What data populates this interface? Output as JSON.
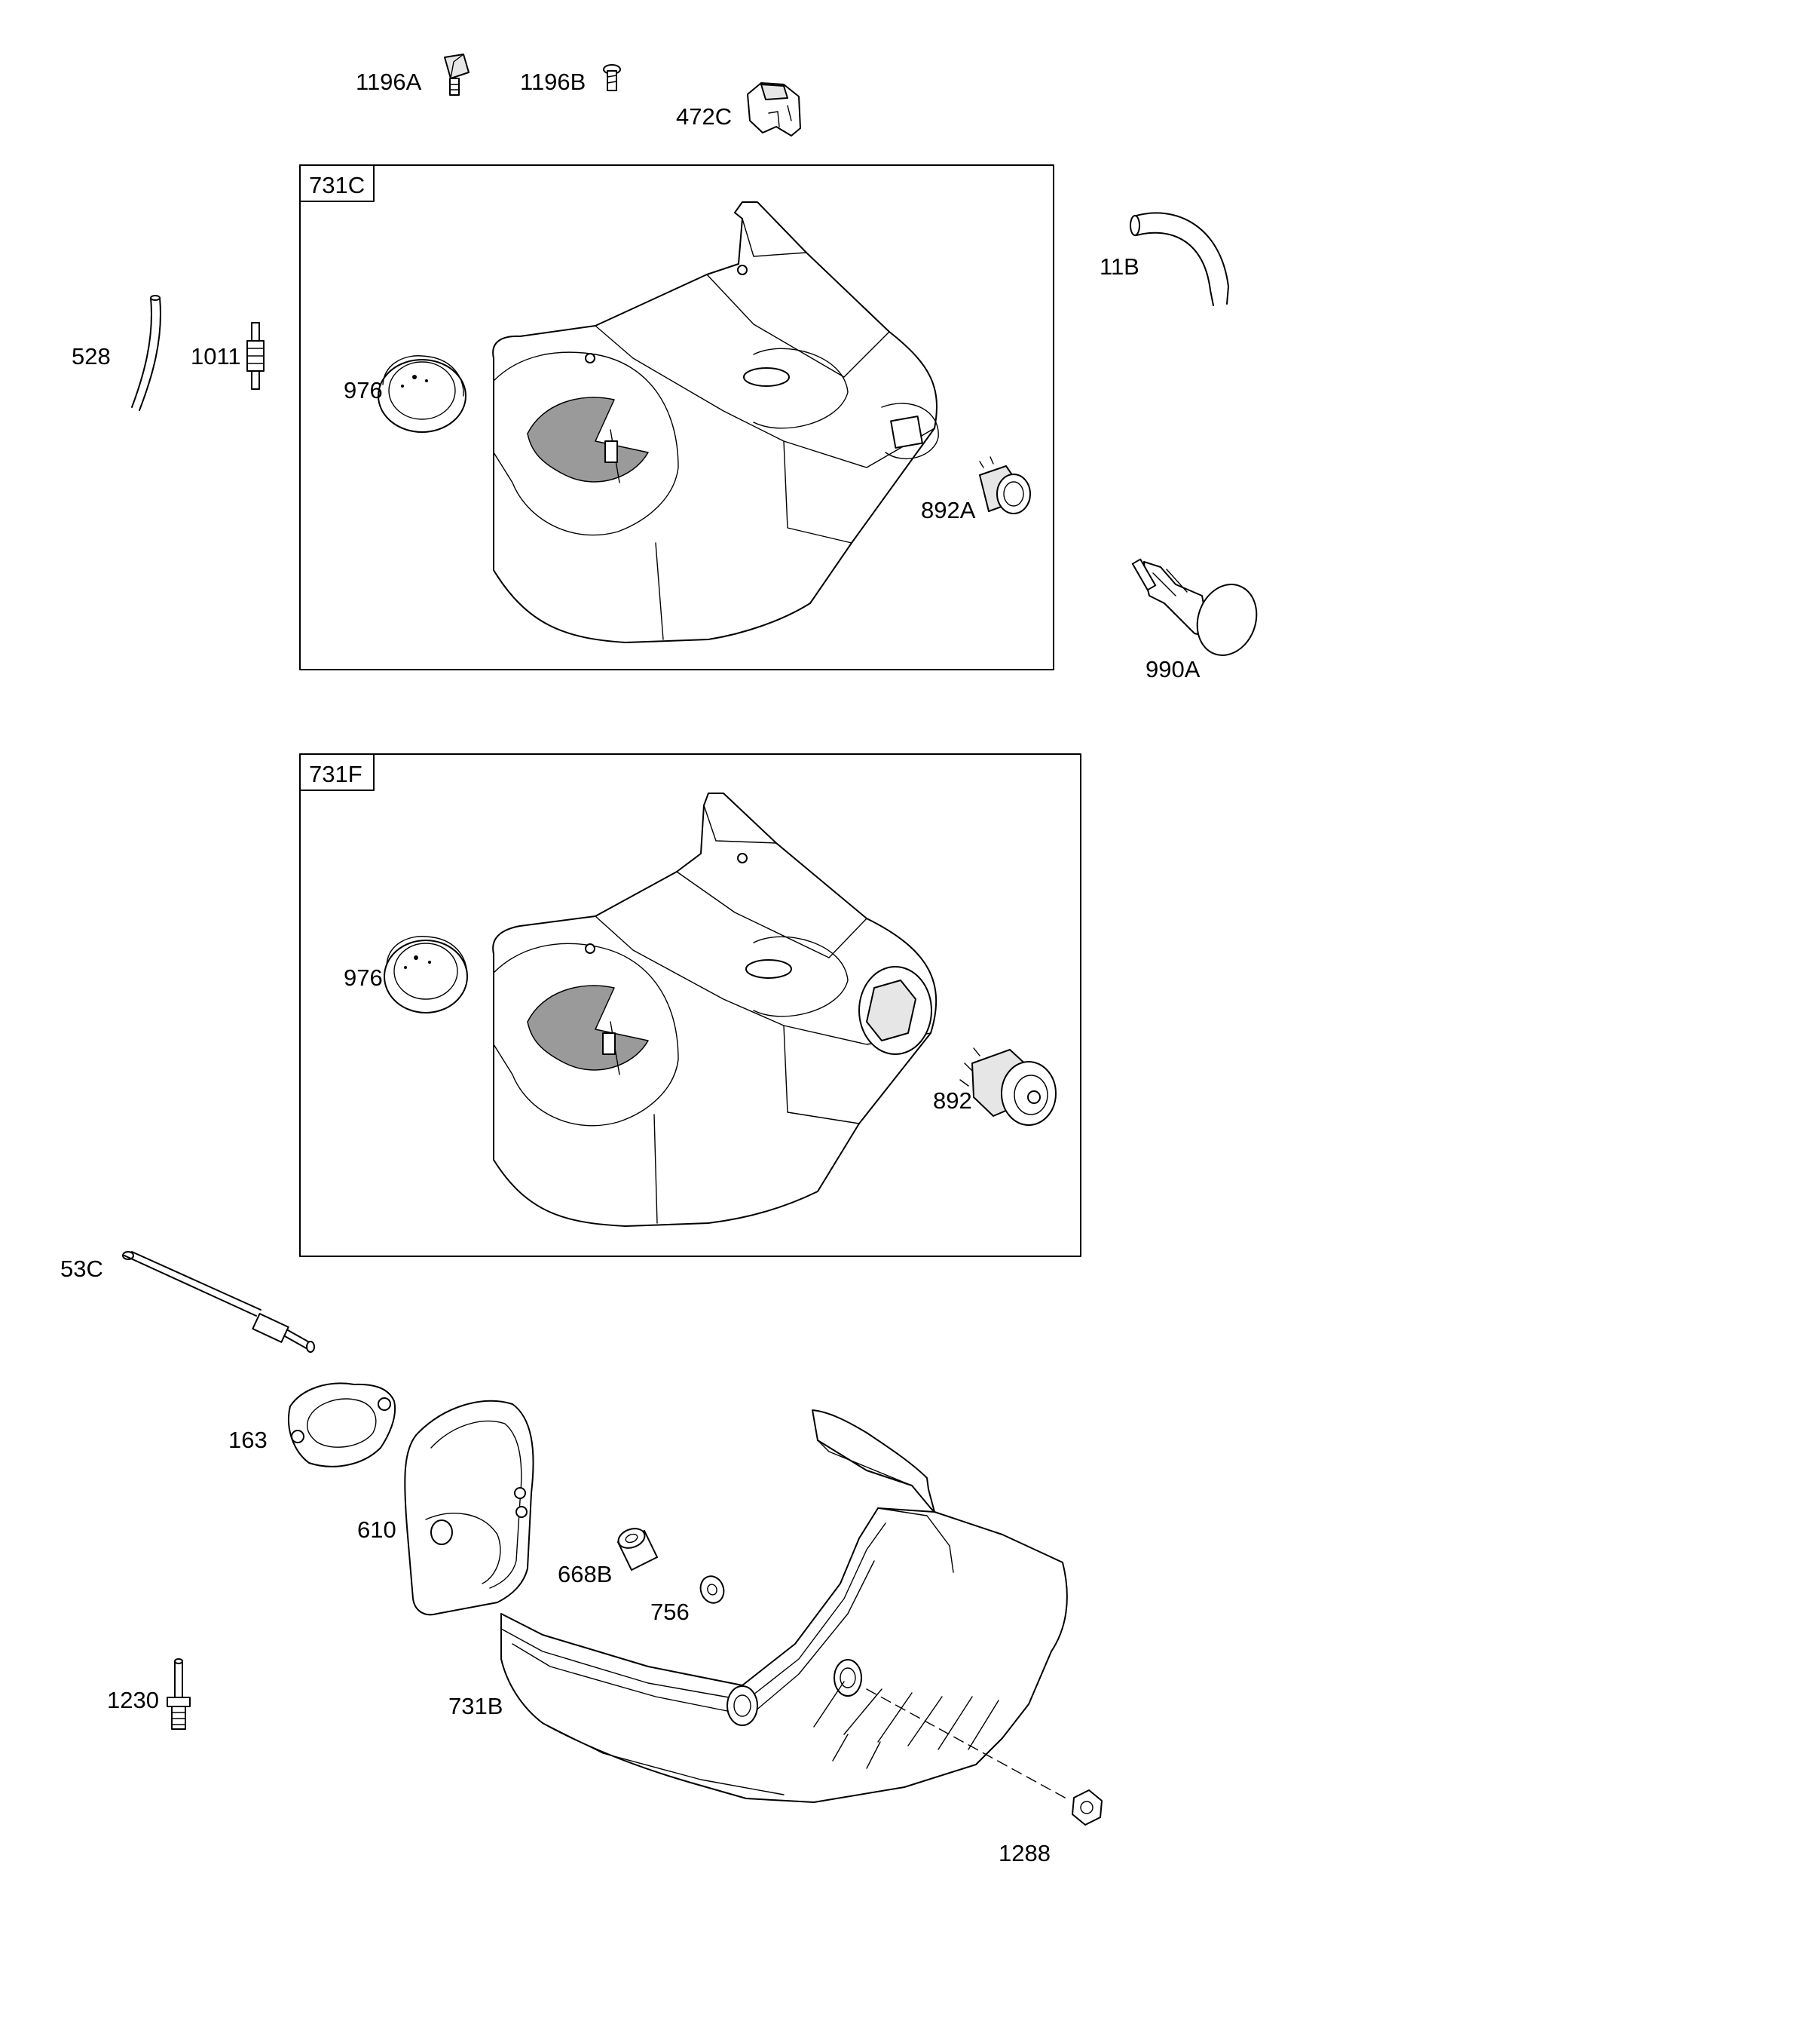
{
  "diagram": {
    "groups": [
      {
        "id": "731C"
      },
      {
        "id": "731F"
      }
    ],
    "parts": [
      {
        "key": "p1196a",
        "label": "1196A",
        "icon": "knob-fastener-icon"
      },
      {
        "key": "p1196b",
        "label": "1196B",
        "icon": "screw-icon"
      },
      {
        "key": "p472c",
        "label": "472C",
        "icon": "bracket-icon"
      },
      {
        "key": "p528",
        "label": "528",
        "icon": "tube-icon"
      },
      {
        "key": "p1011",
        "label": "1011",
        "icon": "fitting-icon"
      },
      {
        "key": "p976a",
        "label": "976",
        "icon": "cap-icon"
      },
      {
        "key": "p11b",
        "label": "11B",
        "icon": "hose-icon"
      },
      {
        "key": "p892a",
        "label": "892A",
        "icon": "switch-icon"
      },
      {
        "key": "p990a",
        "label": "990A",
        "icon": "primer-bulb-icon"
      },
      {
        "key": "p976b",
        "label": "976",
        "icon": "cap-icon"
      },
      {
        "key": "p892",
        "label": "892",
        "icon": "switch-icon"
      },
      {
        "key": "p53c",
        "label": "53C",
        "icon": "stud-icon"
      },
      {
        "key": "p163",
        "label": "163",
        "icon": "gasket-icon"
      },
      {
        "key": "p610",
        "label": "610",
        "icon": "heat-shield-icon"
      },
      {
        "key": "p668b",
        "label": "668B",
        "icon": "spacer-icon"
      },
      {
        "key": "p756",
        "label": "756",
        "icon": "washer-icon"
      },
      {
        "key": "p731b",
        "label": "731B",
        "icon": "muffler-guard-icon"
      },
      {
        "key": "p1230",
        "label": "1230",
        "icon": "stud-bolt-icon"
      },
      {
        "key": "p1288",
        "label": "1288",
        "icon": "nut-icon"
      }
    ]
  }
}
